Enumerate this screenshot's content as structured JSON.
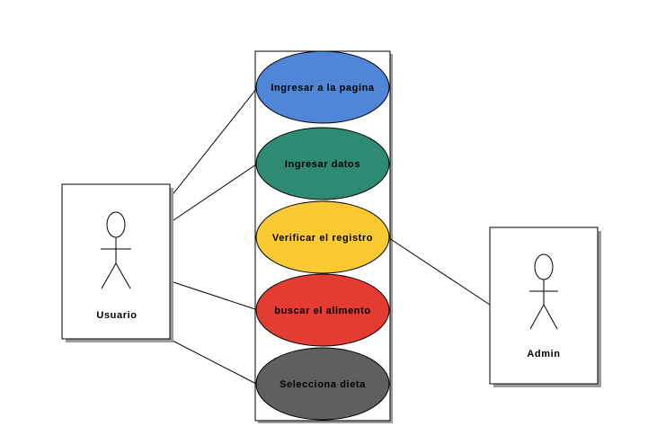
{
  "actors": {
    "usuario": {
      "name": "Usuario"
    },
    "admin": {
      "name": "Admin"
    }
  },
  "use_cases": [
    {
      "label": "Ingresar a la pagina",
      "color": "#4f86d8"
    },
    {
      "label": "Ingresar datos",
      "color": "#2e8a73"
    },
    {
      "label": "Verificar el registro",
      "color": "#fdc933"
    },
    {
      "label": "buscar el alimento",
      "color": "#e43b32"
    },
    {
      "label": "Selecciona dieta",
      "color": "#5f5f5f"
    }
  ],
  "colors": {
    "line": "#000000",
    "box": "#ffffff",
    "shadow": "#9a9a9a"
  }
}
